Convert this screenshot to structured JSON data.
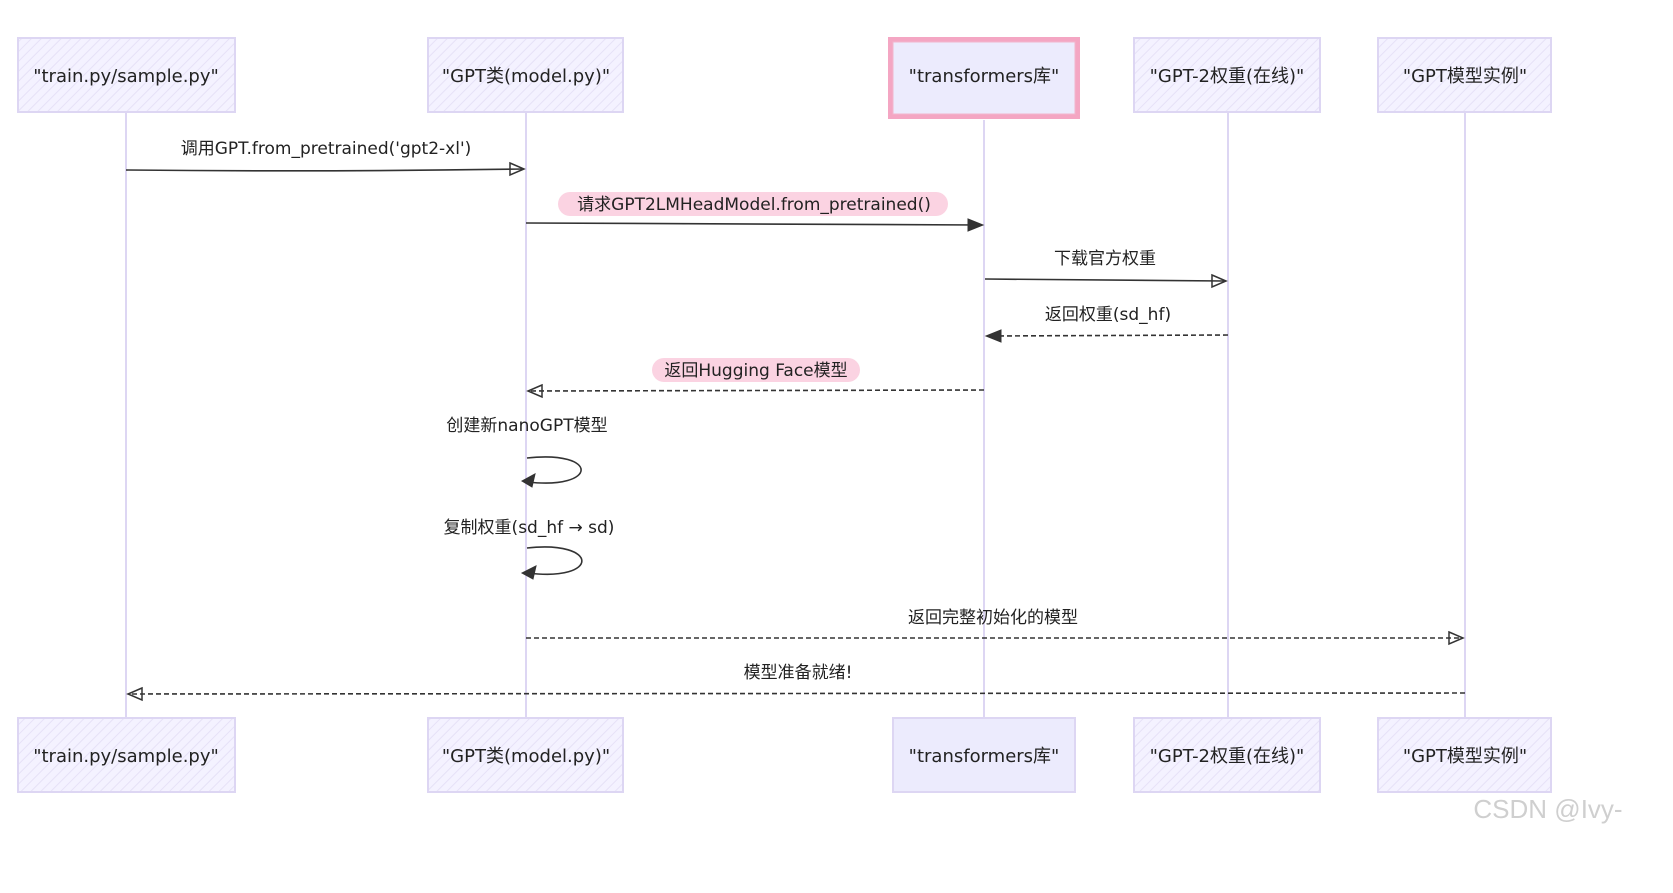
{
  "participants": [
    {
      "id": "train",
      "label": "\"train.py/sample.py\""
    },
    {
      "id": "gpt",
      "label": "\"GPT类(model.py)\""
    },
    {
      "id": "tf",
      "label": "\"transformers库\"",
      "highlighted": true
    },
    {
      "id": "hub",
      "label": "\"GPT-2权重(在线)\""
    },
    {
      "id": "inst",
      "label": "\"GPT模型实例\""
    }
  ],
  "messages": [
    {
      "from": "train",
      "to": "gpt",
      "text": "调用GPT.from_pretrained('gpt2-xl')",
      "style": "solid-open"
    },
    {
      "from": "gpt",
      "to": "tf",
      "text": "请求GPT2LMHeadModel.from_pretrained()",
      "style": "solid-filled",
      "highlight": true
    },
    {
      "from": "tf",
      "to": "hub",
      "text": "下载官方权重",
      "style": "solid-open"
    },
    {
      "from": "hub",
      "to": "tf",
      "text": "返回权重(sd_hf)",
      "style": "dashed-filled"
    },
    {
      "from": "tf",
      "to": "gpt",
      "text": "返回Hugging Face模型",
      "style": "dashed-open",
      "highlight": true
    },
    {
      "from": "gpt",
      "to": "gpt",
      "text": "创建新nanoGPT模型",
      "style": "self"
    },
    {
      "from": "gpt",
      "to": "gpt",
      "text": "复制权重(sd_hf → sd)",
      "style": "self"
    },
    {
      "from": "gpt",
      "to": "inst",
      "text": "返回完整初始化的模型",
      "style": "dashed-open"
    },
    {
      "from": "inst",
      "to": "train",
      "text": "模型准备就绪!",
      "style": "dashed-open"
    }
  ],
  "watermark": "CSDN @Ivy-",
  "colors": {
    "box_fill": "#f2f0ff",
    "box_stroke": "#ddd6f3",
    "lifeline": "#ddd6f3",
    "highlight_border": "#f4a6c3",
    "label_bg": "#fbd3e2",
    "arrow": "#333333"
  }
}
